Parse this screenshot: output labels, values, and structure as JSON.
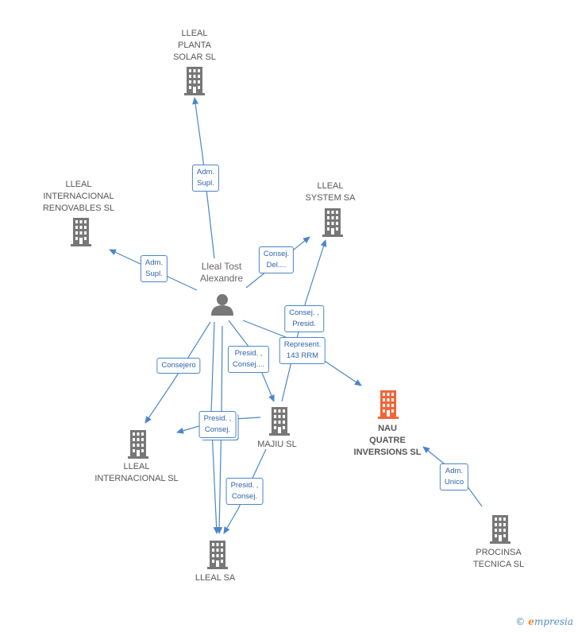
{
  "colors": {
    "edge": "#4a86c8",
    "company": "#777777",
    "focus_company": "#f26536",
    "person": "#777777"
  },
  "nodes": [
    {
      "id": "lleal-planta-solar",
      "kind": "company",
      "lines": [
        "LLEAL",
        "PLANTA",
        "SOLAR SL"
      ]
    },
    {
      "id": "lleal-internacional-renovables",
      "kind": "company",
      "lines": [
        "LLEAL",
        "INTERNACIONAL",
        "RENOVABLES SL"
      ]
    },
    {
      "id": "lleal-system",
      "kind": "company",
      "lines": [
        "LLEAL",
        "SYSTEM SA"
      ]
    },
    {
      "id": "lleal-tost",
      "kind": "person",
      "lines": [
        "Lleal Tost",
        "Alexandre"
      ]
    },
    {
      "id": "nau-quatre",
      "kind": "focus",
      "lines": [
        "NAU",
        "QUATRE",
        "INVERSIONS SL"
      ]
    },
    {
      "id": "majiu",
      "kind": "company",
      "lines": [
        "MAJIU SL"
      ]
    },
    {
      "id": "lleal-internacional",
      "kind": "company",
      "lines": [
        "LLEAL",
        "INTERNACIONAL SL"
      ]
    },
    {
      "id": "lleal-sa",
      "kind": "company",
      "lines": [
        "LLEAL SA"
      ]
    },
    {
      "id": "procinsa",
      "kind": "company",
      "lines": [
        "PROCINSA",
        "TECNICA SL"
      ]
    }
  ],
  "relations": [
    {
      "id": "rel-adm-supl-planta",
      "lines": [
        "Adm.",
        "Supl."
      ]
    },
    {
      "id": "rel-adm-supl-renovables",
      "lines": [
        "Adm.",
        "Supl."
      ]
    },
    {
      "id": "rel-consej-del-system",
      "lines": [
        "Consej.",
        "Del...."
      ]
    },
    {
      "id": "rel-consej-presid-majiu-system",
      "lines": [
        "Consej. ,",
        "Presid."
      ]
    },
    {
      "id": "rel-represent-nau",
      "lines": [
        "Represent.",
        "143 RRM"
      ]
    },
    {
      "id": "rel-presid-consej-majiu",
      "lines": [
        "Presid. ,",
        "Consej...."
      ]
    },
    {
      "id": "rel-consejero-internacional",
      "lines": [
        "Consejero"
      ]
    },
    {
      "id": "rel-presid-consej-internacional",
      "lines": [
        "Presid. ,",
        "Consej."
      ]
    },
    {
      "id": "rel-presid-consej-lleal-sa",
      "lines": [
        "Presid. ,",
        "Consej."
      ]
    },
    {
      "id": "rel-adm-unico-nau",
      "lines": [
        "Adm.",
        "Unico"
      ]
    }
  ],
  "brand": {
    "copyright": "©",
    "initial": "e",
    "rest": "mpresia"
  }
}
